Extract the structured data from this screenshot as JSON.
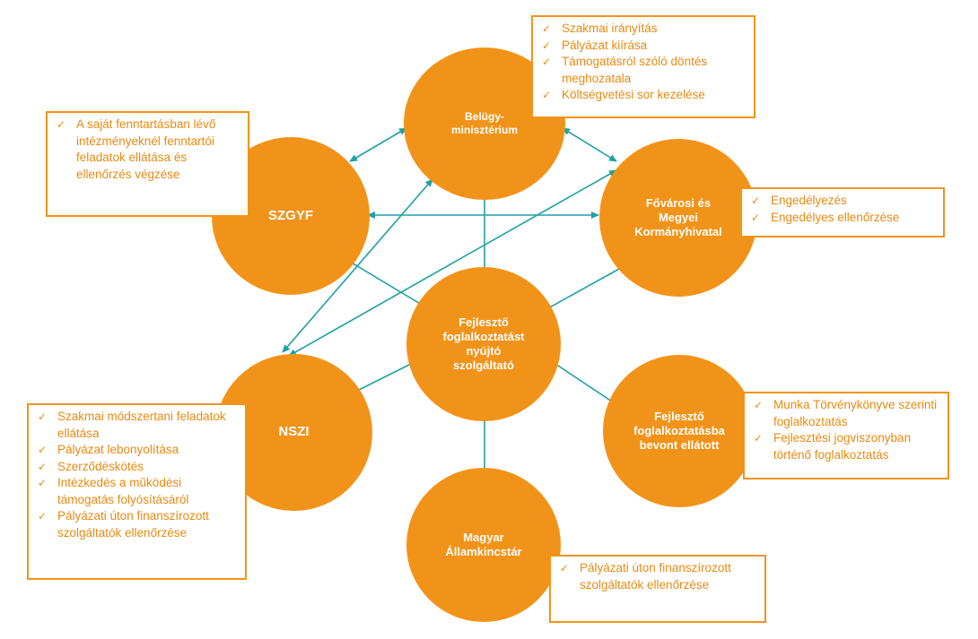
{
  "colors": {
    "circle_fill": "#f29319",
    "circle_text": "#ffffff",
    "box_border": "#f29319",
    "box_text": "#e98a12",
    "connector": "#1ea0a3"
  },
  "icons": {
    "bullet": "check-icon"
  },
  "nodes": {
    "belugy": {
      "lines": [
        "Belügy-",
        "minisztérium"
      ]
    },
    "szgyf": {
      "lines": [
        "SZGYF"
      ]
    },
    "fovarosi": {
      "lines": [
        "Fővárosi és",
        "Megyei",
        "Kormányhivatal"
      ]
    },
    "center": {
      "lines": [
        "Fejlesztő",
        "foglalkoztatást",
        "nyújtó",
        "szolgáltató"
      ]
    },
    "nszi": {
      "lines": [
        "NSZI"
      ]
    },
    "fejleszto_ellatott": {
      "lines": [
        "Fejlesztő",
        "foglalkoztatásba",
        "bevont ellátott"
      ]
    },
    "magyar": {
      "lines": [
        "Magyar",
        "Államkincstár"
      ]
    }
  },
  "boxes": {
    "belugy": [
      "Szakmai irányítás",
      "Pályázat kiírása",
      "Támogatásról szóló döntés meghozatala",
      "Költségvetési sor kezelése"
    ],
    "szgyf": [
      "A saját fenntartásban lévő intézményeknél fenntartói feladatok ellátása és ellenőrzés végzése"
    ],
    "fovarosi": [
      "Engedélyezés",
      "Engedélyes ellenőrzése"
    ],
    "nszi": [
      "Szakmai módszertani feladatok ellátása",
      "Pályázat lebonyolítása",
      "Szerződéskötés",
      "Intézkedés a működési támogatás folyósításáról",
      "Pályázati úton finanszírozott szolgáltatók ellenőrzése"
    ],
    "fejleszto_ellatott": [
      "Munka Törvénykönyve szerinti foglalkoztatás",
      "Fejlesztési jogviszonyban történő foglalkoztatás"
    ],
    "magyar": [
      "Pályázati úton finanszírozott szolgáltatók ellenőrzése"
    ]
  }
}
